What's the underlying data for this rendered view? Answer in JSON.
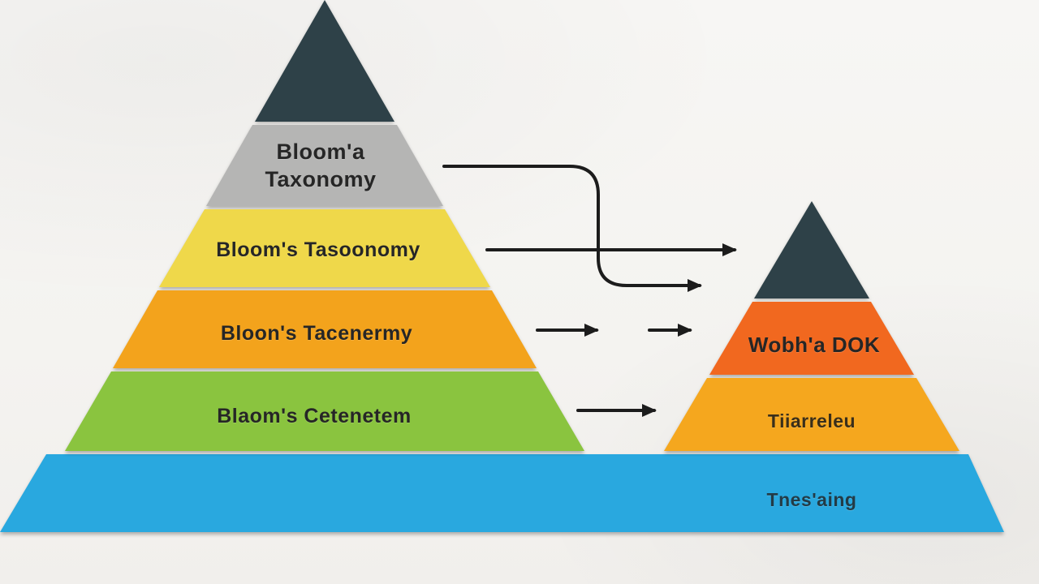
{
  "diagram": {
    "title": "Bloom's Taxonomy vs Webb's DOK pyramid comparison",
    "background_color": "#f4f3f0",
    "text_color": "#262626"
  },
  "left_pyramid": {
    "name": "blooms-taxonomy-pyramid",
    "tiers": [
      {
        "id": "apex",
        "label": "",
        "color": "#2e4148"
      },
      {
        "id": "gray",
        "label": "Bloom'a\nTaxonomy",
        "color": "#b5b5b4"
      },
      {
        "id": "yellow",
        "label": "Bloom's Tasoonomy",
        "color": "#efd84a"
      },
      {
        "id": "orange",
        "label": "Bloon's Tacenermy",
        "color": "#f3a31c"
      },
      {
        "id": "green",
        "label": "Blaom's Cetenetem",
        "color": "#8ac43f"
      }
    ]
  },
  "right_pyramid": {
    "name": "webbs-dok-pyramid",
    "tiers": [
      {
        "id": "apex",
        "label": "",
        "color": "#2e4148"
      },
      {
        "id": "orange-red",
        "label": "Wobh'a DOK",
        "color": "#f1681f"
      },
      {
        "id": "amber",
        "label": "Tiiarreleu",
        "color": "#f5a71e"
      }
    ]
  },
  "base_bar": {
    "label": "Tnes'aing",
    "color": "#29a8df"
  },
  "arrows": {
    "color": "#1c1c1c"
  }
}
